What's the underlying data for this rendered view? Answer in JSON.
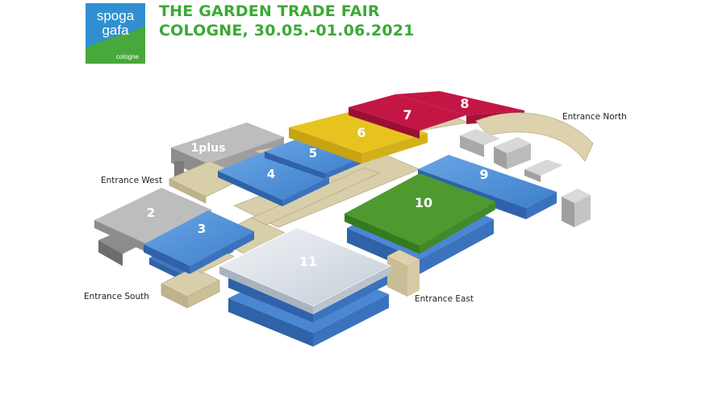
{
  "logo": {
    "line1": "spoga",
    "line2": "gafa",
    "line3": "cologne",
    "colors": {
      "blue": "#2f8fd0",
      "green": "#47a83b"
    }
  },
  "header": {
    "title": "THE GARDEN TRADE FAIR",
    "subtitle": "COLOGNE, 30.05.-01.06.2021",
    "color": "#3aa935"
  },
  "halls": [
    {
      "id": "hall-1plus",
      "label": "1plus",
      "color": "#b6b6b6"
    },
    {
      "id": "hall-2",
      "label": "2",
      "color": "#b6b6b6"
    },
    {
      "id": "hall-3",
      "label": "3",
      "color": "#4f8fd6"
    },
    {
      "id": "hall-4",
      "label": "4",
      "color": "#4f8fd6"
    },
    {
      "id": "hall-5",
      "label": "5",
      "color": "#4f8fd6"
    },
    {
      "id": "hall-6",
      "label": "6",
      "color": "#e7c320"
    },
    {
      "id": "hall-7",
      "label": "7",
      "color": "#c31645"
    },
    {
      "id": "hall-8",
      "label": "8",
      "color": "#c31645"
    },
    {
      "id": "hall-9",
      "label": "9",
      "color": "#4f8fd6"
    },
    {
      "id": "hall-10",
      "label": "10",
      "color": "#4e9a2f"
    },
    {
      "id": "hall-11",
      "label": "11",
      "color": "#d6dde6"
    }
  ],
  "entrances": {
    "north": "Entrance North",
    "west": "Entrance West",
    "south": "Entrance South",
    "east": "Entrance East"
  }
}
